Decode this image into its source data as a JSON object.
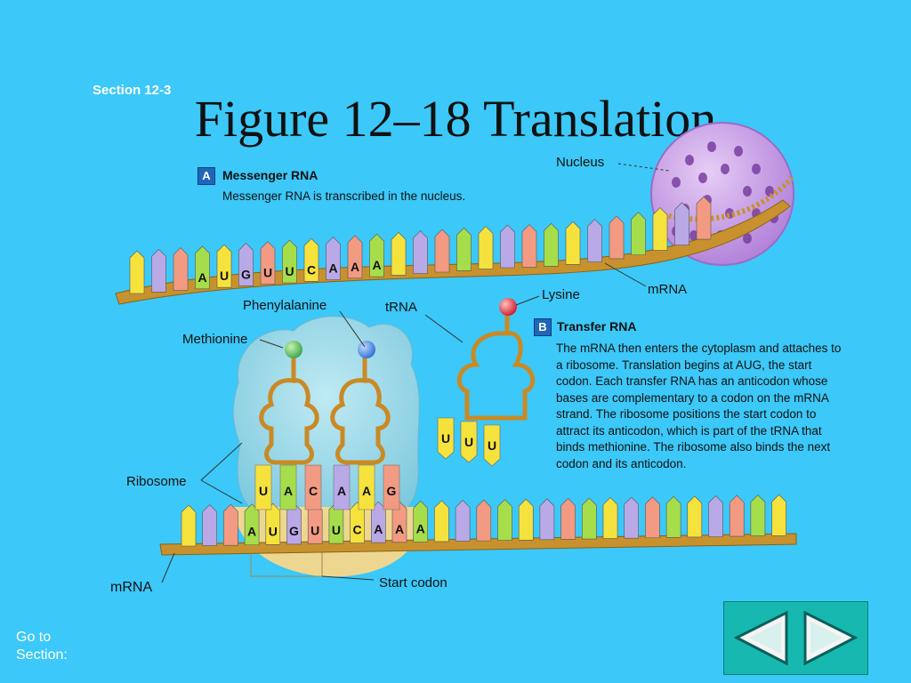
{
  "header": {
    "section": "Section 12-3",
    "title": "Figure 12–18 Translation"
  },
  "panel_a": {
    "badge": "A",
    "heading": "Messenger RNA",
    "text": "Messenger RNA is transcribed in the nucleus."
  },
  "panel_b": {
    "badge": "B",
    "heading": "Transfer RNA",
    "text": "The mRNA then enters the cytoplasm and attaches to a ribosome. Translation begins at AUG, the start codon.  Each transfer RNA has an anticodon whose bases are complementary to a codon on the mRNA strand. The ribosome positions the start codon to attract its anticodon, which is part of the tRNA that binds methionine.  The ribosome also binds the next codon and its anticodon."
  },
  "labels": {
    "nucleus": "Nucleus",
    "mrna_top": "mRNA",
    "lysine": "Lysine",
    "trna": "tRNA",
    "phenylalanine": "Phenylalanine",
    "methionine": "Methionine",
    "ribosome": "Ribosome",
    "mrna_bottom": "mRNA",
    "start_codon": "Start codon"
  },
  "top_strand_bases": [
    "A",
    "U",
    "G",
    "U",
    "U",
    "C",
    "A",
    "A",
    "A"
  ],
  "bottom_strand_bases": [
    "A",
    "U",
    "G",
    "U",
    "U",
    "C",
    "A",
    "A",
    "A"
  ],
  "ribosome_anticodons": [
    "U",
    "A",
    "C",
    "A",
    "A",
    "G"
  ],
  "free_trna_anticodon": [
    "U",
    "U",
    "U"
  ],
  "footer": {
    "goto": "Go to Section:"
  },
  "colors": {
    "background": "#3cc8f8",
    "backbone": "#c7922e",
    "base_yellow": "#f6e23c",
    "base_lavender": "#b9a9e6",
    "base_salmon": "#f39a82",
    "base_green": "#a6dd4a",
    "nucleus": "#c59ae6",
    "ribosome": "#8fd2e6",
    "trna": "#d6a03a"
  }
}
